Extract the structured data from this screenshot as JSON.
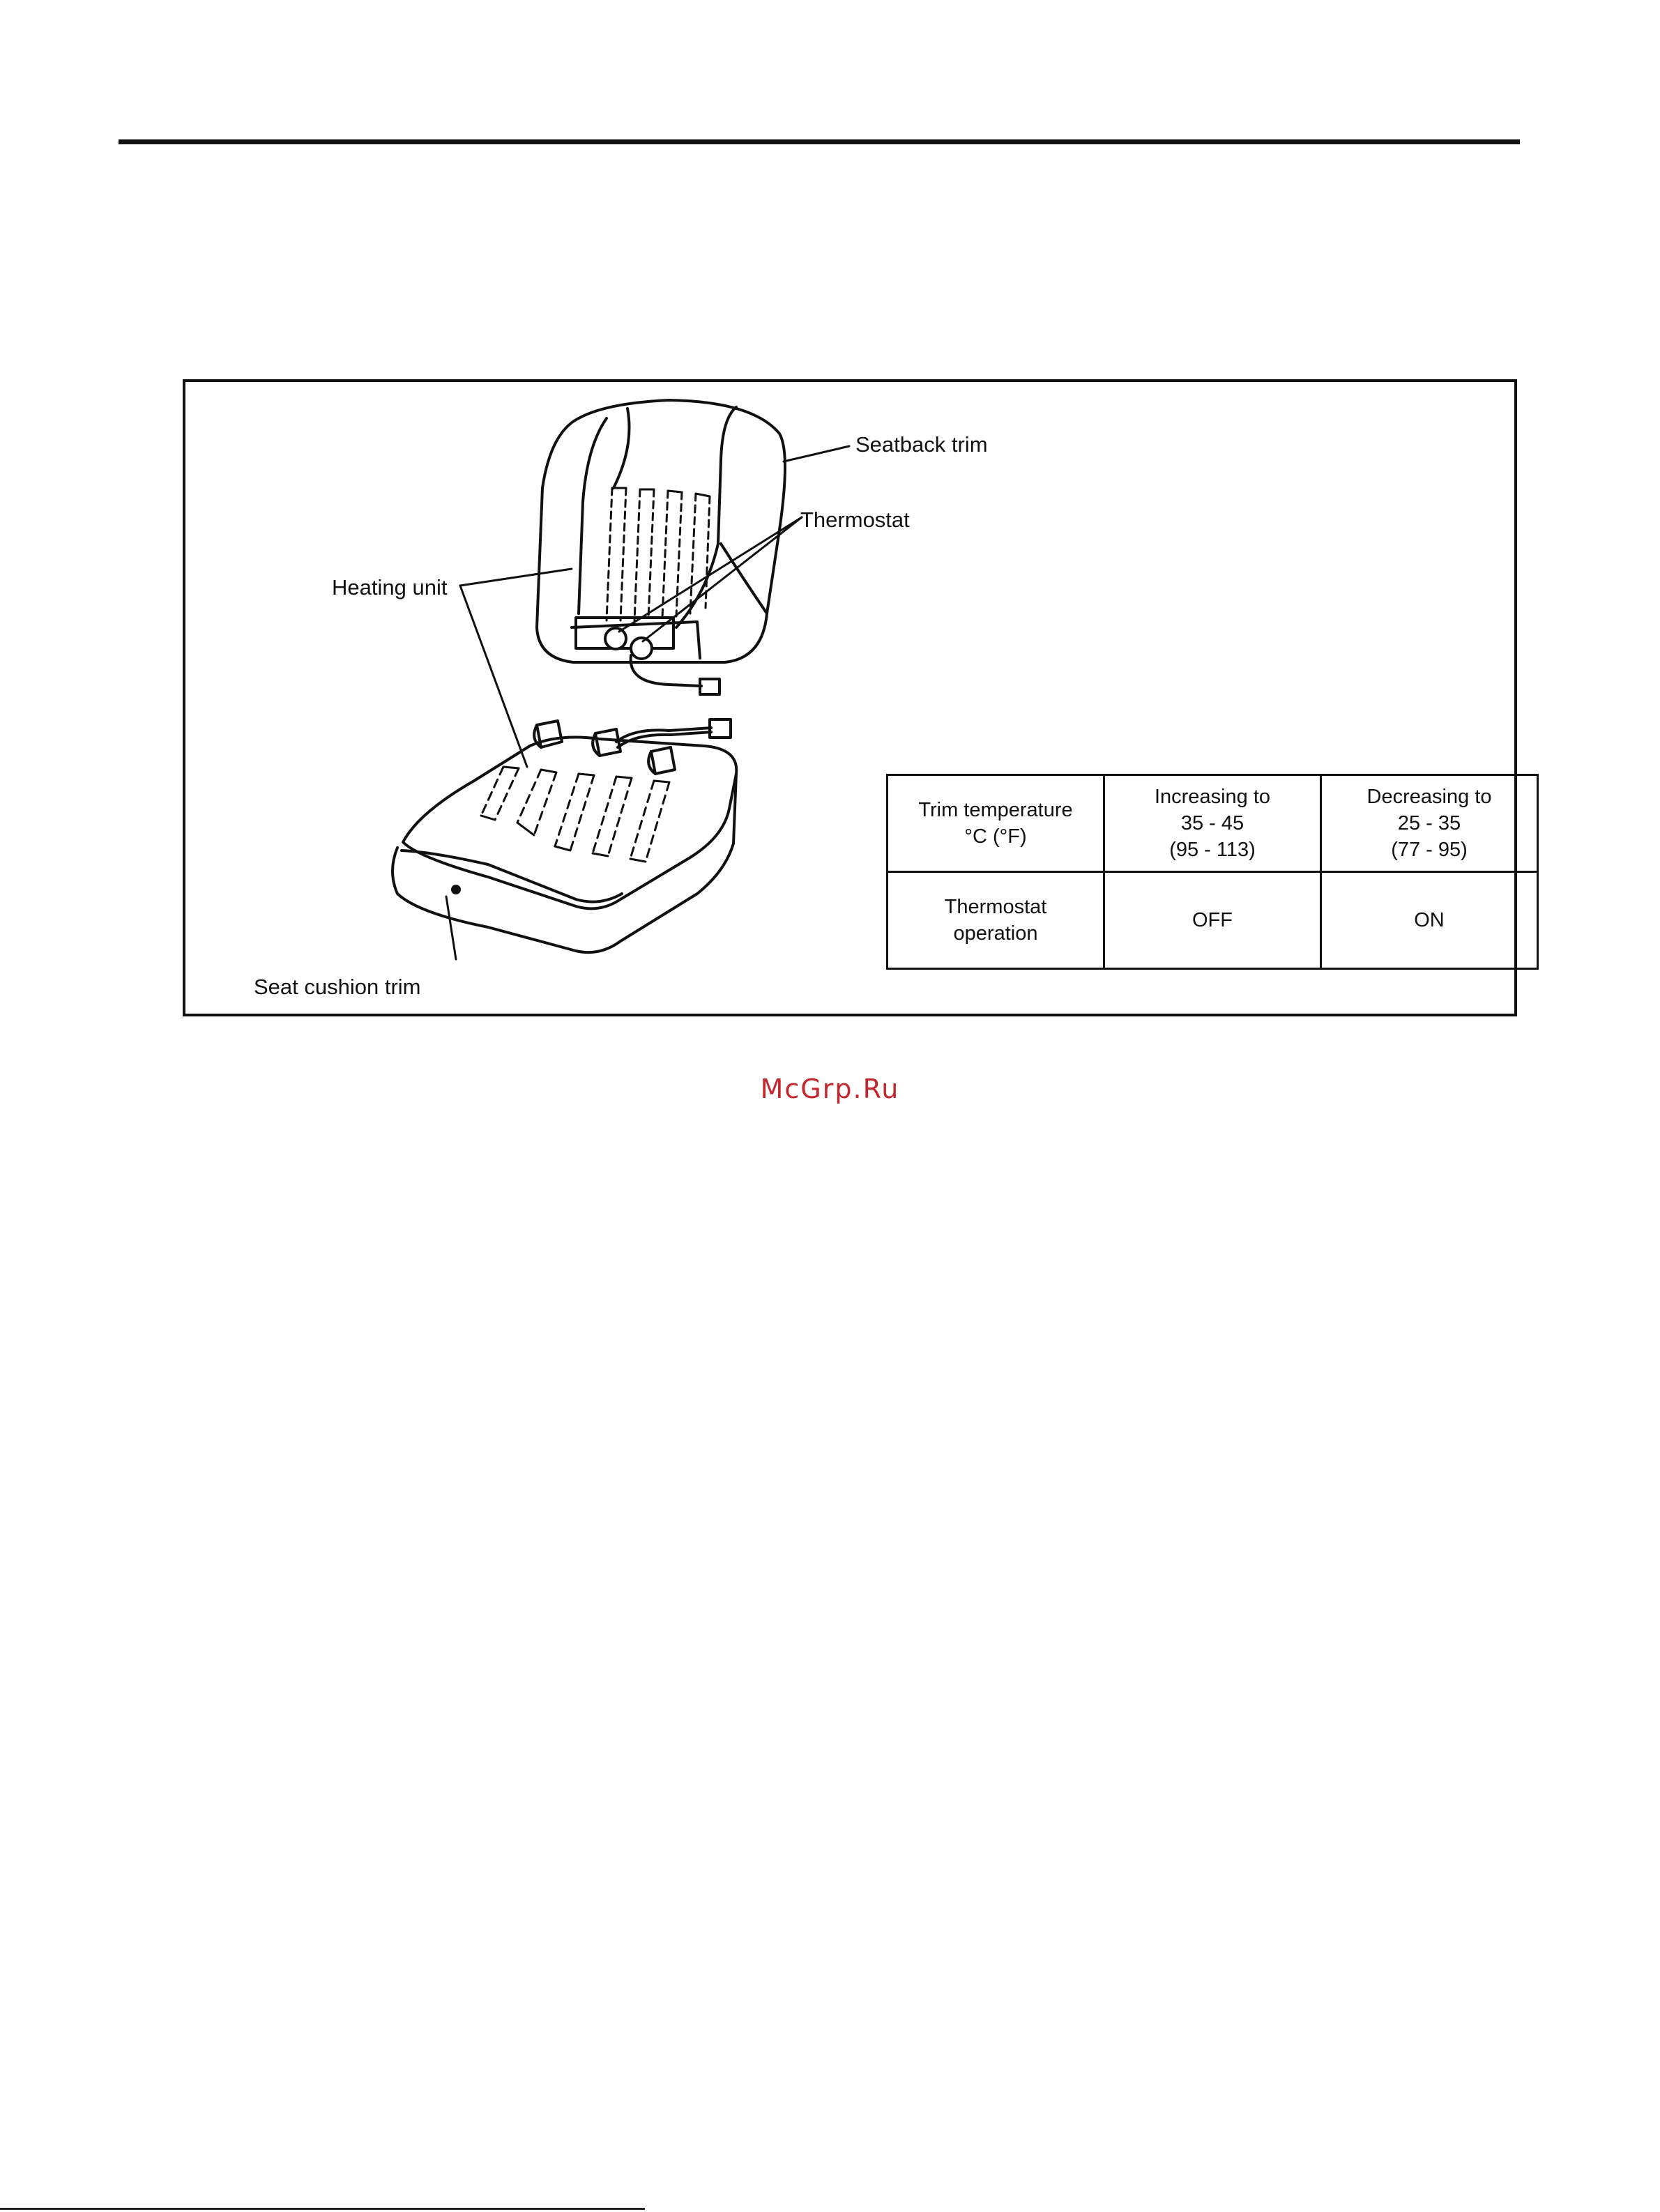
{
  "figure": {
    "labels": {
      "seatback_trim": "Seatback trim",
      "thermostat": "Thermostat",
      "heating_unit": "Heating unit",
      "seat_cushion_trim": "Seat cushion trim"
    }
  },
  "table": {
    "header": {
      "col1": [
        "Trim temperature",
        "°C (°F)"
      ],
      "col2": [
        "Increasing to",
        "35 - 45",
        "(95 - 113)"
      ],
      "col3": [
        "Decreasing to",
        "25 - 35",
        "(77 - 95)"
      ]
    },
    "row": {
      "label": [
        "Thermostat",
        "operation"
      ],
      "increasing_value": "OFF",
      "decreasing_value": "ON"
    }
  },
  "watermark": {
    "text": "McGrp.Ru",
    "color": "#c4262e"
  }
}
